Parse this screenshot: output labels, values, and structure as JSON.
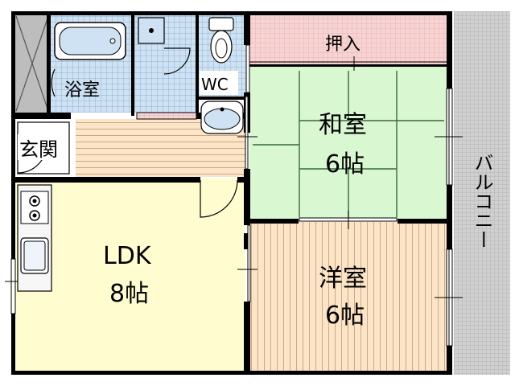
{
  "floor_plan": {
    "colors": {
      "wall": "#000000",
      "ldk": "#fffdd0",
      "wood_floor": "#fce5c6",
      "wood_lines": "#c9a98a",
      "washitsu": "#d9f7d0",
      "tatami_lines": "#3a6a3a",
      "bath_tile": "#cfe2f3",
      "tile_lines": "#8fb2cf",
      "oshiire": "#f7d4d4",
      "balcony": "#cccccc",
      "counter": "#f7f7f7"
    },
    "rooms": {
      "bath": {
        "label": "浴室"
      },
      "toilet": {
        "label": "WC"
      },
      "storage": {
        "label": "押入"
      },
      "washitsu": {
        "name": "和室",
        "size": "6帖"
      },
      "entrance": {
        "label": "玄関"
      },
      "ldk": {
        "name": "LDK",
        "size": "8帖"
      },
      "youshitsu": {
        "name": "洋室",
        "size": "6帖"
      },
      "balcony": {
        "label": "バルコニー"
      }
    },
    "fixtures": [
      "bathtub-icon",
      "toilet-icon",
      "washbasin-icon",
      "stove-icon",
      "sink-icon"
    ]
  }
}
